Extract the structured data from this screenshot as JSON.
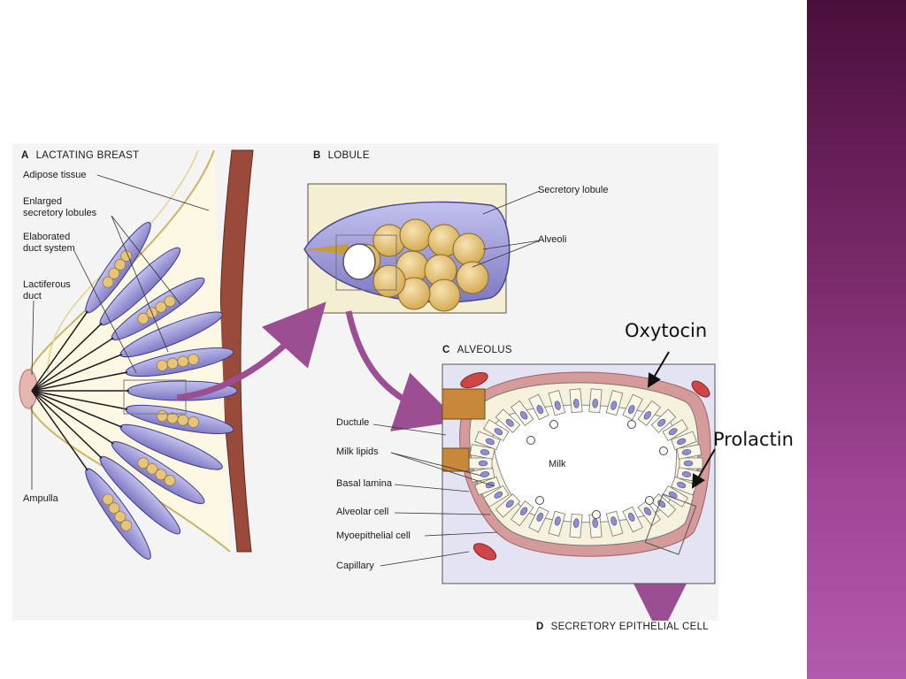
{
  "panels": {
    "a": {
      "letter": "A",
      "title": "LACTATING BREAST"
    },
    "b": {
      "letter": "B",
      "title": "LOBULE"
    },
    "c": {
      "letter": "C",
      "title": "ALVEOLUS"
    },
    "d": {
      "letter": "D",
      "title": "SECRETORY EPITHELIAL CELL"
    }
  },
  "labels_a": {
    "adipose": "Adipose tissue",
    "lobules_1": "Enlarged",
    "lobules_2": "secretory lobules",
    "duct_1": "Elaborated",
    "duct_2": "duct system",
    "lactiferous_1": "Lactiferous",
    "lactiferous_2": "duct",
    "ampulla": "Ampulla"
  },
  "labels_b": {
    "secretory_lobule": "Secretory lobule",
    "alveoli": "Alveoli"
  },
  "labels_c": {
    "ductule": "Ductule",
    "milk_lipids": "Milk lipids",
    "basal_lamina": "Basal lamina",
    "alveolar_cell": "Alveolar cell",
    "myoepithelial_cell": "Myoepithelial cell",
    "capillary": "Capillary",
    "milk": "Milk"
  },
  "annotations": {
    "oxytocin": "Oxytocin",
    "prolactin": "Prolactin"
  },
  "colors": {
    "side_band_top": "#4a0f3c",
    "side_band_bottom": "#b25aad",
    "lobule_purple": "#9f9bd8",
    "alveolus_tan": "#e6c47a",
    "arrow_purple": "#9b4f92",
    "basal_pink": "#c88a8a"
  }
}
